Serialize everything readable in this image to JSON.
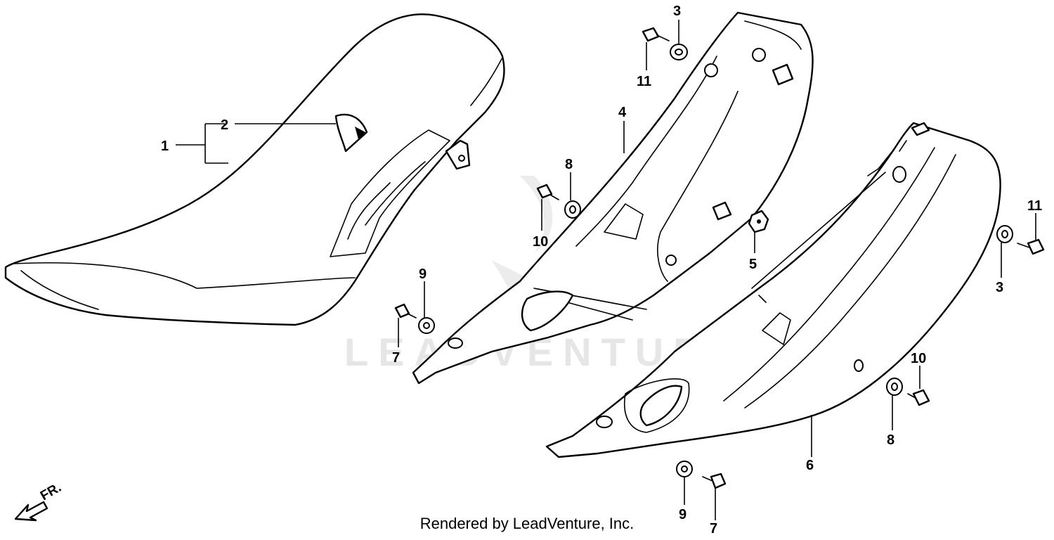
{
  "diagram": {
    "watermark": "LEADVENTURE",
    "credit": "Rendered by LeadVenture, Inc.",
    "direction_label": "FR.",
    "callouts": {
      "c1": "1",
      "c2": "2",
      "c3a": "3",
      "c3b": "3",
      "c4": "4",
      "c5": "5",
      "c6": "6",
      "c7a": "7",
      "c7b": "7",
      "c8a": "8",
      "c8b": "8",
      "c9a": "9",
      "c9b": "9",
      "c10a": "10",
      "c10b": "10",
      "c11a": "11",
      "c11b": "11"
    }
  }
}
